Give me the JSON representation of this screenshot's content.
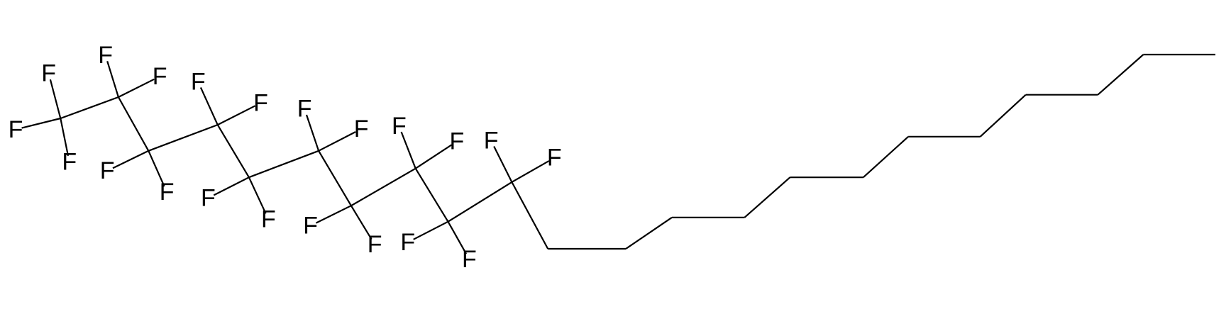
{
  "molecule": {
    "style": {
      "bond_color": "#000000",
      "label_color": "#000000"
    },
    "atoms": [
      {
        "id": "c1",
        "element": "C"
      },
      {
        "id": "c2",
        "element": "C"
      },
      {
        "id": "c3",
        "element": "C"
      },
      {
        "id": "c4",
        "element": "C"
      },
      {
        "id": "c5",
        "element": "C"
      },
      {
        "id": "c6",
        "element": "C"
      },
      {
        "id": "c7",
        "element": "C"
      },
      {
        "id": "c8",
        "element": "C"
      },
      {
        "id": "c9",
        "element": "C"
      },
      {
        "id": "c10",
        "element": "C"
      },
      {
        "id": "c11",
        "element": "C"
      },
      {
        "id": "c12",
        "element": "C"
      },
      {
        "id": "c13",
        "element": "C"
      },
      {
        "id": "c14",
        "element": "C"
      },
      {
        "id": "c15",
        "element": "C"
      },
      {
        "id": "c16",
        "element": "C"
      },
      {
        "id": "c17",
        "element": "C"
      },
      {
        "id": "c18",
        "element": "C"
      },
      {
        "id": "c19",
        "element": "C"
      },
      {
        "id": "c20",
        "element": "C"
      },
      {
        "id": "c21",
        "element": "C"
      },
      {
        "id": "c22",
        "element": "C"
      },
      {
        "id": "f1",
        "element": "F",
        "label": "F"
      },
      {
        "id": "f2",
        "element": "F",
        "label": "F"
      },
      {
        "id": "f3",
        "element": "F",
        "label": "F"
      },
      {
        "id": "f4",
        "element": "F",
        "label": "F"
      },
      {
        "id": "f5",
        "element": "F",
        "label": "F"
      },
      {
        "id": "f6",
        "element": "F",
        "label": "F"
      },
      {
        "id": "f7",
        "element": "F",
        "label": "F"
      },
      {
        "id": "f8",
        "element": "F",
        "label": "F"
      },
      {
        "id": "f9",
        "element": "F",
        "label": "F"
      },
      {
        "id": "f10",
        "element": "F",
        "label": "F"
      },
      {
        "id": "f11",
        "element": "F",
        "label": "F"
      },
      {
        "id": "f12",
        "element": "F",
        "label": "F"
      },
      {
        "id": "f13",
        "element": "F",
        "label": "F"
      },
      {
        "id": "f14",
        "element": "F",
        "label": "F"
      },
      {
        "id": "f15",
        "element": "F",
        "label": "F"
      },
      {
        "id": "f16",
        "element": "F",
        "label": "F"
      },
      {
        "id": "f17",
        "element": "F",
        "label": "F"
      },
      {
        "id": "f18",
        "element": "F",
        "label": "F"
      },
      {
        "id": "f19",
        "element": "F",
        "label": "F"
      },
      {
        "id": "f20",
        "element": "F",
        "label": "F"
      },
      {
        "id": "f21",
        "element": "F",
        "label": "F"
      }
    ],
    "bonds": [
      [
        "c1",
        "f1"
      ],
      [
        "c1",
        "f2"
      ],
      [
        "c1",
        "f3"
      ],
      [
        "c1",
        "c2"
      ],
      [
        "c2",
        "f4"
      ],
      [
        "c2",
        "f5"
      ],
      [
        "c2",
        "c3"
      ],
      [
        "c3",
        "f6"
      ],
      [
        "c3",
        "f7"
      ],
      [
        "c3",
        "c4"
      ],
      [
        "c4",
        "f8"
      ],
      [
        "c4",
        "f9"
      ],
      [
        "c4",
        "c5"
      ],
      [
        "c5",
        "f10"
      ],
      [
        "c5",
        "f11"
      ],
      [
        "c5",
        "c6"
      ],
      [
        "c6",
        "f12"
      ],
      [
        "c6",
        "f13"
      ],
      [
        "c6",
        "c7"
      ],
      [
        "c7",
        "f14"
      ],
      [
        "c7",
        "f15"
      ],
      [
        "c7",
        "c8"
      ],
      [
        "c8",
        "f16"
      ],
      [
        "c8",
        "f17"
      ],
      [
        "c8",
        "c9"
      ],
      [
        "c9",
        "f18"
      ],
      [
        "c9",
        "f19"
      ],
      [
        "c9",
        "c10"
      ],
      [
        "c10",
        "f20"
      ],
      [
        "c10",
        "f21"
      ],
      [
        "c10",
        "c11"
      ],
      [
        "c11",
        "c12"
      ],
      [
        "c12",
        "c13"
      ],
      [
        "c13",
        "c14"
      ],
      [
        "c14",
        "c15"
      ],
      [
        "c15",
        "c16"
      ],
      [
        "c16",
        "c17"
      ],
      [
        "c17",
        "c18"
      ],
      [
        "c18",
        "c19"
      ],
      [
        "c19",
        "c20"
      ],
      [
        "c20",
        "c21"
      ],
      [
        "c21",
        "c22"
      ]
    ]
  }
}
